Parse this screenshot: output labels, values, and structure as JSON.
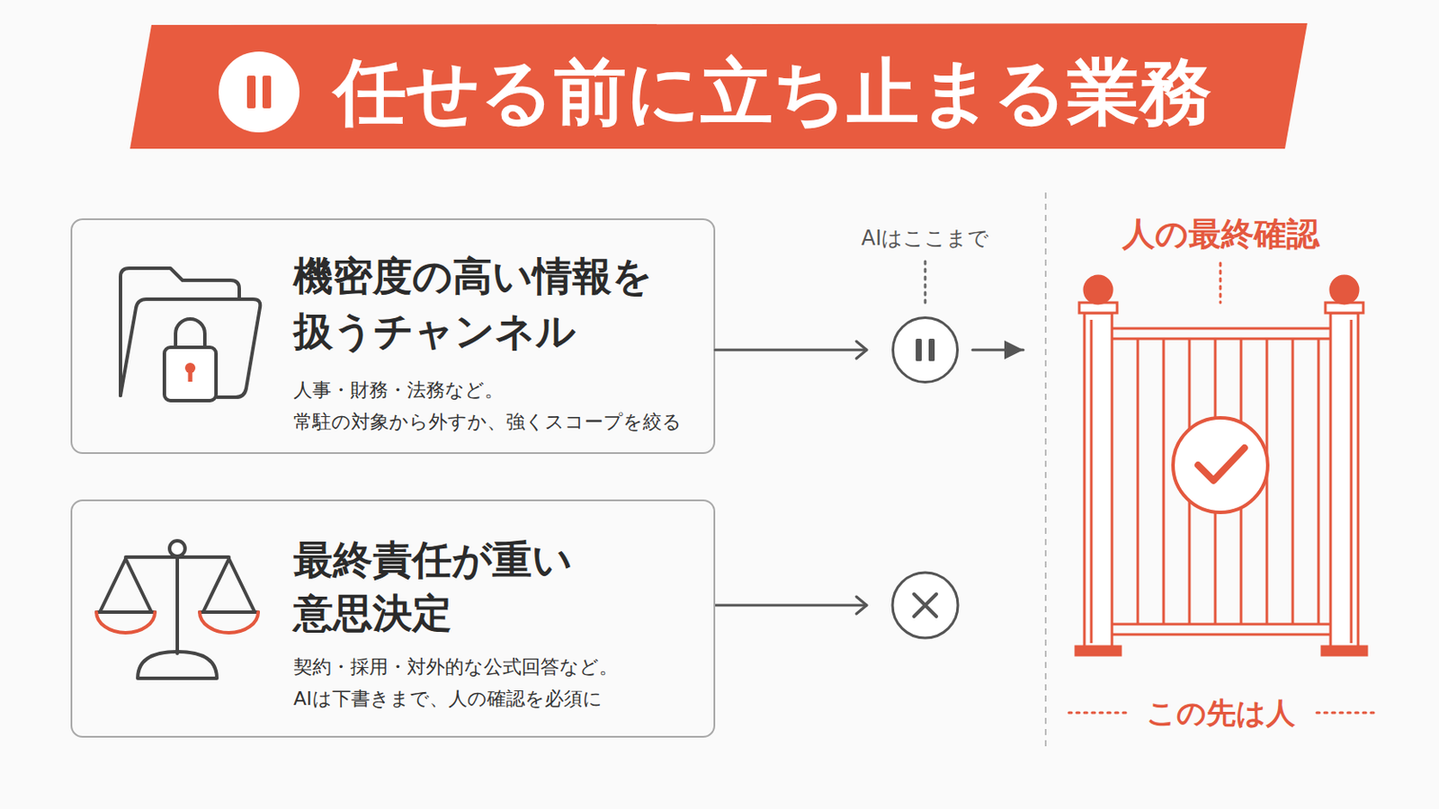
{
  "diagram": {
    "title": "任せる前に立ち止まる業務",
    "nodes": [
      {
        "text": [
          "機密度の高い情報を扱うチャンネル",
          "人事・財務・法務など。 常駐の対象から外すか、強くスコープを絞る"
        ]
      },
      {
        "text": [
          "AIはここまで"
        ]
      },
      {
        "text": [
          "最終責任が重い意思決定",
          "契約・採用・対外的な公式回答など。 AIは下書きまで、人の確認を必須に"
        ]
      },
      {
        "text": [
          "人の最終確認",
          "この先は人"
        ]
      }
    ],
    "edges": [
      {
        "from": 0,
        "to": 1,
        "arrow": "to"
      },
      {
        "from": 1,
        "to": 3,
        "arrow": "to"
      }
    ]
  }
}
